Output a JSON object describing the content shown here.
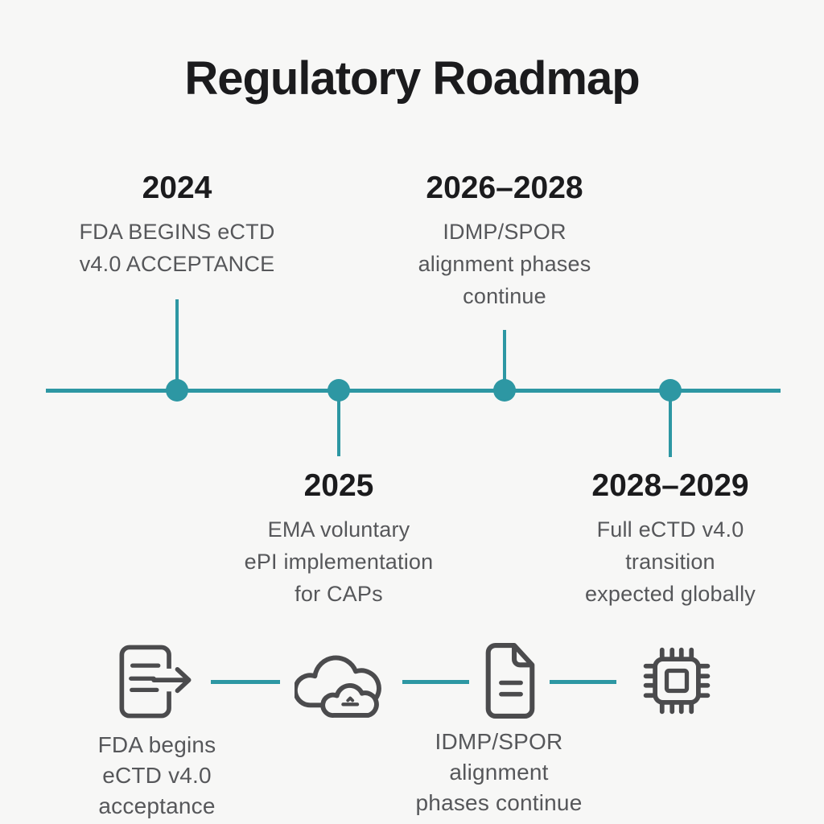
{
  "page": {
    "title": "Regulatory Roadmap"
  },
  "theme": {
    "accent_teal": "#2D97A3",
    "text_dark": "#1B1B1D",
    "text_gray": "#56575A",
    "icon_stroke": "#4B4B4D",
    "background": "#F7F7F6"
  },
  "timeline": {
    "milestones": [
      {
        "year": "2024",
        "description": "FDA BEGINS eCTD\nv4.0 ACCEPTANCE",
        "position": "above"
      },
      {
        "year": "2025",
        "description": "EMA voluntary\nePI implementation\nfor CAPs",
        "position": "below"
      },
      {
        "year": "2026–2028",
        "description": "IDMP/SPOR\nalignment phases\ncontinue",
        "position": "above"
      },
      {
        "year": "2028–2029",
        "description": "Full eCTD v4.0\ntransition\nexpected globally",
        "position": "below"
      }
    ]
  },
  "process_flow": {
    "steps": [
      {
        "icon": "document-export-icon",
        "label": "FDA begins\neCTD v4.0\nacceptance"
      },
      {
        "icon": "cloud-icon"
      },
      {
        "icon": "document-icon",
        "label": "IDMP/SPOR\nalignment\nphases continue"
      },
      {
        "icon": "chip-icon"
      }
    ]
  }
}
